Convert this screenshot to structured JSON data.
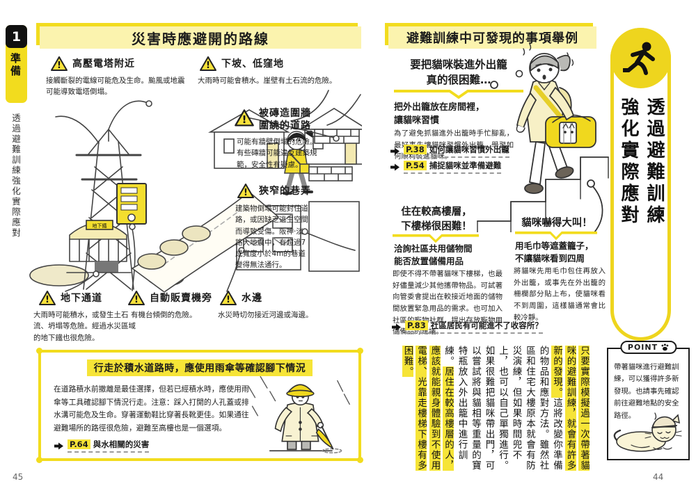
{
  "colors": {
    "accent_yellow": "#f2dc1e",
    "highlight_yellow": "#f6e437",
    "banner_yellow": "#fbf3ae",
    "cream": "#f5efd3"
  },
  "icons": {
    "warning": "warning-triangle-icon",
    "runner": "running-person-icon",
    "arrow": "arrow-right-icon",
    "paw": "paw-print-icon"
  },
  "page_left": {
    "number": "45",
    "chapter_tab": {
      "number": "1",
      "label": "準備"
    },
    "sidebar_vertical": "透過避難訓練強化實際應對",
    "banner": "災害時應避開的路線",
    "map_label_subway": "地下鐵",
    "hazards": [
      {
        "title": "高壓電塔附近",
        "desc": "接觸斷裂的電線可能危及生命。颱風或地震可能導致電塔倒塌。"
      },
      {
        "title": "下坡、低窪地",
        "desc": "大雨時可能會積水。崖壁有土石流的危險。"
      },
      {
        "title": "被磚造圍牆\n圍繞的道路",
        "desc": "可能有牆壁倒塌的危險。有些磚牆可能違反建築規範，安全性有疑慮。"
      },
      {
        "title": "狹窄的巷弄",
        "desc": "建築物倒塌可能封住道路，或因缺乏逃生空間而導致受傷。阪神·淡路大地震中，有超過7成寬度小於4m的巷道變得無法通行。"
      },
      {
        "title": "地下通道",
        "desc": "大雨時可能積水，或發生土石流、坍塌等危險。經過水災區域的地下鐵也很危險。"
      },
      {
        "title": "自動販賣機旁",
        "desc": "有機台傾倒的危險。"
      },
      {
        "title": "水邊",
        "desc": "水災時切勿接近河邊或海邊。"
      }
    ],
    "tip_box": {
      "title": "行走於積水道路時，應使用雨傘等確認腳下情況",
      "body": "在道路積水前撤離是最佳選擇，但若已經積水時，應使用雨傘等工具確認腳下情況行走。注意：踩入打開的人孔蓋或排水溝可能危及生命。穿著運動鞋比穿著長靴更佳。如果通往避難場所的路徑很危險，避難至高樓也是一個選項。",
      "link": {
        "page": "P.64",
        "label": "與水相關的災害"
      }
    }
  },
  "page_right": {
    "number": "44",
    "banner": "避難訓練中可發現的事項舉例",
    "findings": [
      {
        "bubble": "要把貓咪裝進外出籠\n真的很困難…",
        "sub": "把外出籠放在房間裡，\n讓貓咪習慣",
        "body": "為了避免抓貓進外出籠時手忙腳亂，最好事先讓貓咪習慣外出籠，學習如何順利裝進貓咪。"
      },
      {
        "bubble": "住在較高樓層，\n下樓梯很困難！",
        "sub": "洽詢社區共用儲物間\n能否放置儲備用品",
        "body": "即使不得不帶著貓咪下樓梯，也最好儘量減少其他攜帶物品。可試著向管委會提出在較接近地面的儲物間放置緊急用品的需求。也可加入社區的寵物社群，提出存放寵物用儲備品的建議。"
      },
      {
        "bubble": "貓咪嚇得大叫！",
        "sub": "用毛巾等遮蓋籠子，\n不讓貓咪看到四周",
        "body": "將貓咪先用毛巾包住再放入外出籠，或事先在外出籠的柵欄部分貼上布，使貓咪看不到周圍，這樣貓通常會比較冷靜。"
      }
    ],
    "links": [
      {
        "page": "P.38",
        "label": "如何讓貓咪習慣外出籠"
      },
      {
        "page": "P.54",
        "label": "捕捉貓咪並準備避難"
      },
      {
        "page": "P.83",
        "label": "社區居民有可能進不了收容所？"
      }
    ],
    "essay": {
      "s1": "只要實際模擬過一次帶著貓咪的避難訓練，就會有許多新的發現。",
      "s2": "這將改變你準備的物品和應對方法。雖然社區和住宅大樓原本就會有防災演練，但如果時間兜不上，也可以自己單獨進行。如果很難把貓咪帶出門，可以嘗試將與貓相等重量的寶特瓶放入外出籠中進行訓練。",
      "s3": "居住在較高樓層的人，應該就能親身體驗到不使用電梯、光靠走樓梯下樓有多困難。"
    }
  },
  "side_rail": {
    "title_line1": "透過避難訓練",
    "title_line2": "強化實際應對",
    "point": {
      "label": "POINT",
      "body": "帶著貓咪進行避難訓練，可以獲得許多新發現。也請事先確認前往避難地點的安全路徑。"
    }
  }
}
